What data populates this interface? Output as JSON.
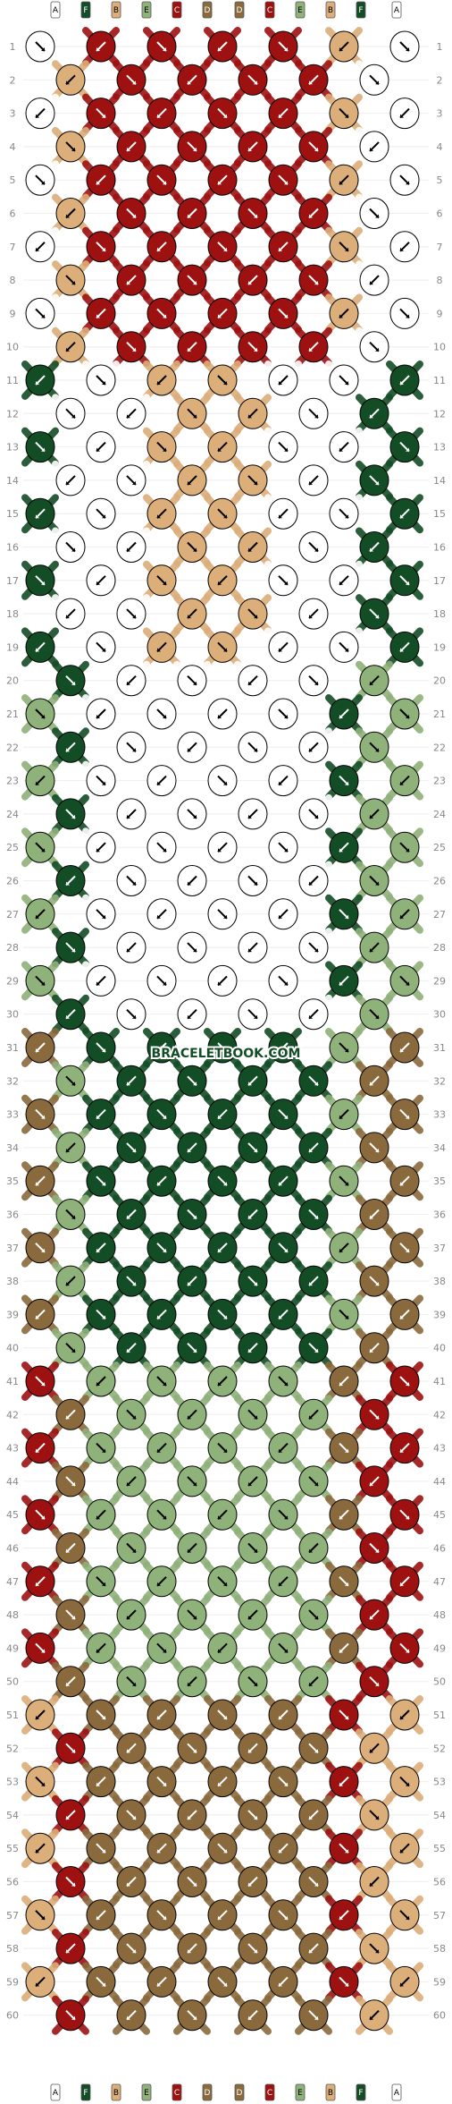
{
  "pattern": {
    "row_count": 60,
    "rows_left": [
      "1",
      "2",
      "3",
      "4",
      "5",
      "6",
      "7",
      "8",
      "9",
      "10",
      "11",
      "12",
      "13",
      "14",
      "15",
      "16",
      "17",
      "18",
      "19",
      "20",
      "21",
      "22",
      "23",
      "24",
      "25",
      "26",
      "27",
      "28",
      "29",
      "30",
      "31",
      "32",
      "33",
      "34",
      "35",
      "36",
      "37",
      "38",
      "39",
      "40",
      "41",
      "42",
      "43",
      "44",
      "45",
      "46",
      "47",
      "48",
      "49",
      "50",
      "51",
      "52",
      "53",
      "54",
      "55",
      "56",
      "57",
      "58",
      "59",
      "60"
    ],
    "strand_letters_top": [
      "A",
      "F",
      "B",
      "E",
      "C",
      "D",
      "D",
      "C",
      "E",
      "B",
      "F",
      "A"
    ],
    "strand_letters_bottom": [
      "A",
      "F",
      "B",
      "E",
      "C",
      "D",
      "D",
      "C",
      "E",
      "B",
      "F",
      "A"
    ],
    "colors": {
      "A": "#ffffff",
      "B": "#dcae7a",
      "C": "#9e1111",
      "D": "#8a6a3c",
      "E": "#8fb17a",
      "F": "#134d25"
    },
    "watermark": "BRACELETBOOK.COM"
  }
}
